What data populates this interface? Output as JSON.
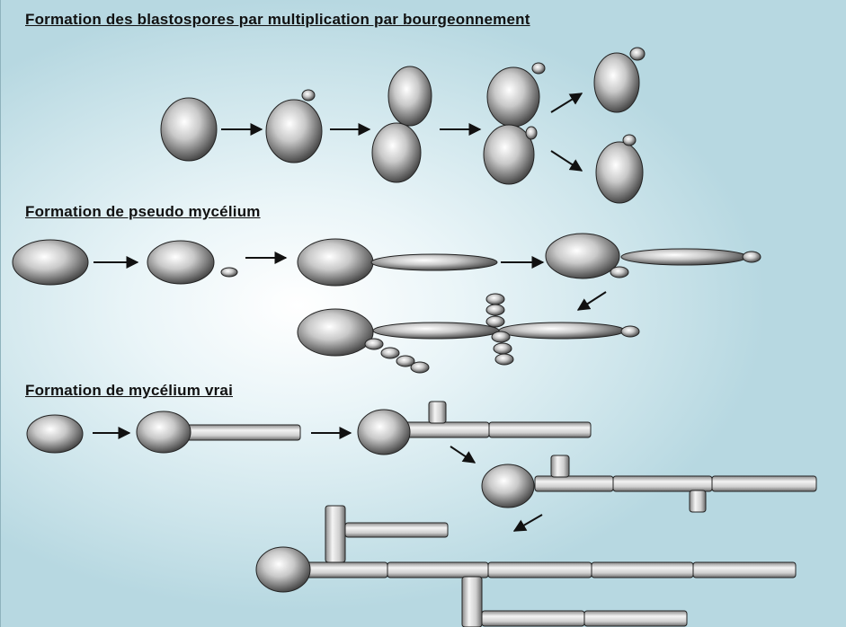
{
  "sections": [
    {
      "title": "Formation des blastospores par multiplication par bourgeonnement"
    },
    {
      "title": "Formation de pseudo mycélium"
    },
    {
      "title": "Formation de mycélium vrai"
    }
  ],
  "colors": {
    "cell_highlight": "#ffffff",
    "cell_shadow": "#4a4a4a",
    "outline": "#222222",
    "arrow": "#111111"
  }
}
